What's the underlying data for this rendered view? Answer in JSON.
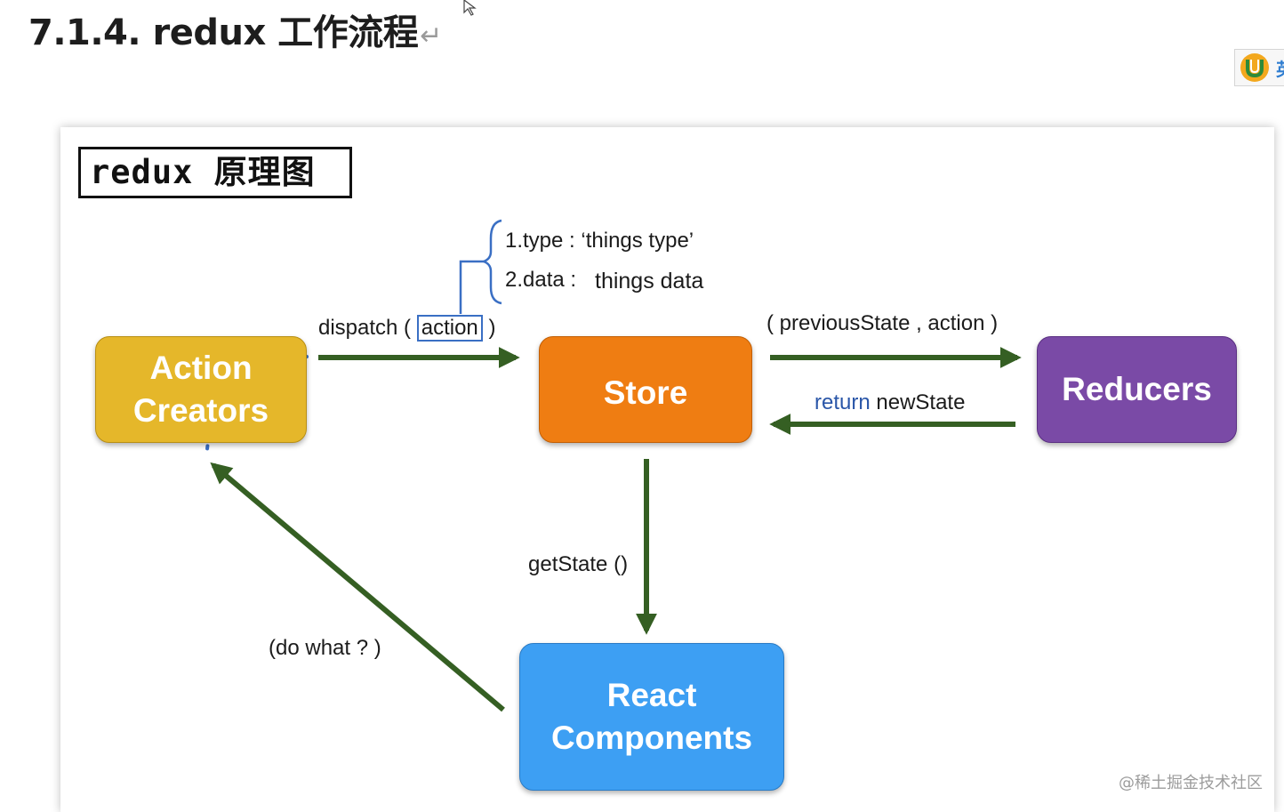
{
  "heading": {
    "text": "7.1.4. redux 工作流程",
    "return_mark": "↵"
  },
  "side_badge": {
    "icon": "u-shaped-logo-icon",
    "label": "英"
  },
  "diagram": {
    "title": "redux 原理图",
    "nodes": {
      "action_creators": [
        "Action",
        "Creators"
      ],
      "store": "Store",
      "reducers": "Reducers",
      "react_components": [
        "React",
        "Components"
      ]
    },
    "action_fields": {
      "type": "1.type : ‘things type’",
      "data_key": "2.data :",
      "data_value": "things data"
    },
    "edges": {
      "dispatch_prefix": "dispatch (",
      "dispatch_arg": "action",
      "dispatch_suffix": ")",
      "previous_state": "( previousState , action )",
      "return_keyword": "return",
      "return_value": "newState",
      "get_state": "getState ()",
      "do_what": "(do what ? )"
    },
    "colors": {
      "arrow": "#355f23",
      "action_creators": "#e5b72a",
      "store": "#ef7d12",
      "reducers": "#7a4aa6",
      "react_components": "#3d9ff3",
      "highlight": "#3a6fc4"
    }
  },
  "watermark": "@稀土掘金技术社区"
}
